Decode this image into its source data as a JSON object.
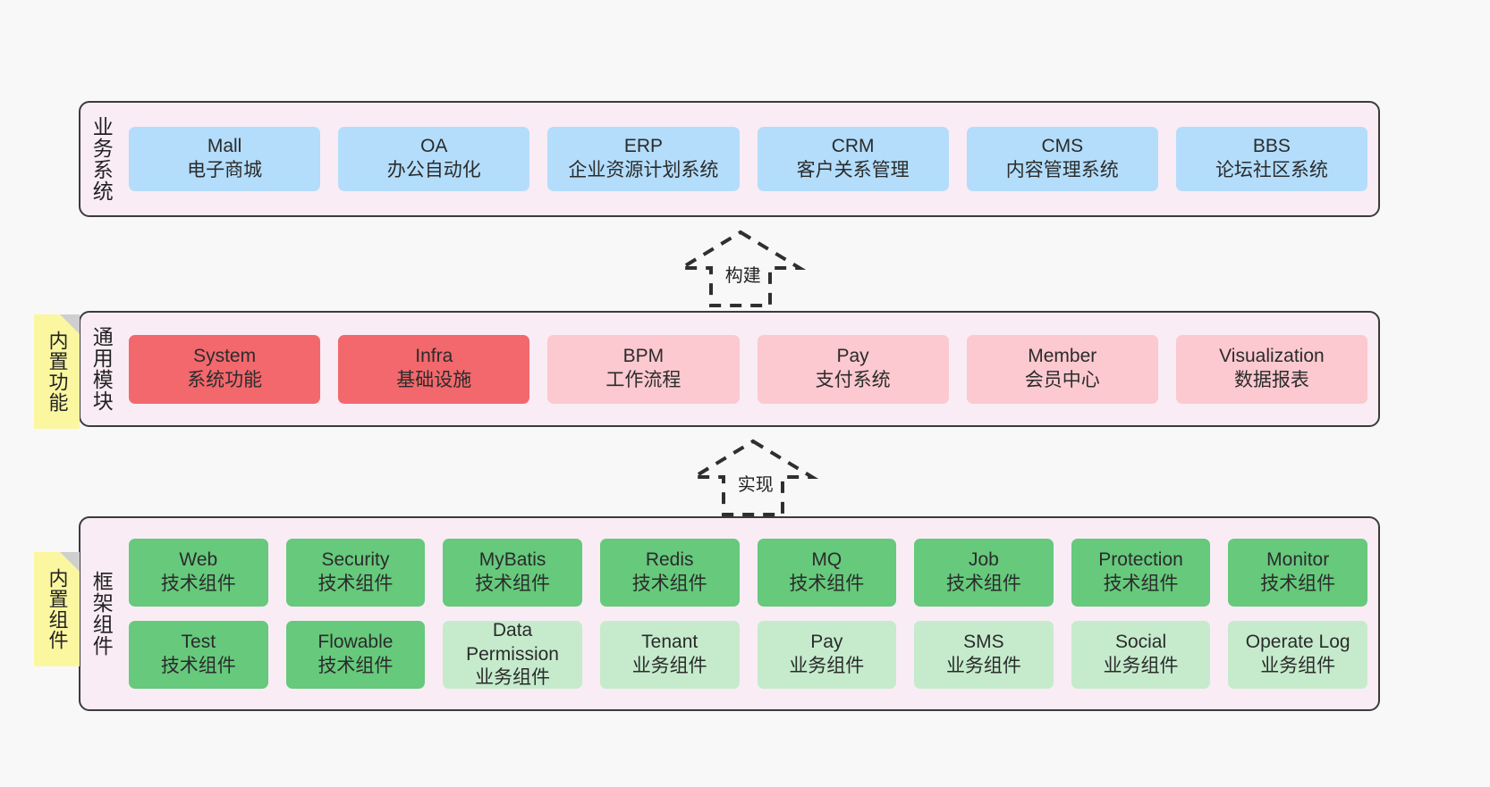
{
  "diagram": {
    "title": "",
    "colors": {
      "layer_background": "#f9ecf5",
      "layer_border": "#3b3b3b",
      "business_card": "#b3ddfb",
      "core_module_card": "#f2686c",
      "module_card": "#fbc9cf",
      "tech_component_card": "#66c97c",
      "business_component_card": "#c5ebcc",
      "note": "#fbf7a0"
    }
  },
  "notes": [
    {
      "id": "builtin-function",
      "text": "内置功能"
    },
    {
      "id": "builtin-component",
      "text": "内置组件"
    }
  ],
  "arrows": [
    {
      "id": "build",
      "label": "构建"
    },
    {
      "id": "implement",
      "label": "实现"
    }
  ],
  "layers": [
    {
      "id": "business",
      "title": "业务系统",
      "rows": [
        {
          "cards": [
            {
              "name": "Mall",
              "desc": "电子商城",
              "style": "c-blue"
            },
            {
              "name": "OA",
              "desc": "办公自动化",
              "style": "c-blue"
            },
            {
              "name": "ERP",
              "desc": "企业资源计划系统",
              "style": "c-blue"
            },
            {
              "name": "CRM",
              "desc": "客户关系管理",
              "style": "c-blue"
            },
            {
              "name": "CMS",
              "desc": "内容管理系统",
              "style": "c-blue"
            },
            {
              "name": "BBS",
              "desc": "论坛社区系统",
              "style": "c-blue"
            }
          ]
        }
      ]
    },
    {
      "id": "common",
      "title": "通用模块",
      "rows": [
        {
          "cards": [
            {
              "name": "System",
              "desc": "系统功能",
              "style": "c-red"
            },
            {
              "name": "Infra",
              "desc": "基础设施",
              "style": "c-red"
            },
            {
              "name": "BPM",
              "desc": "工作流程",
              "style": "c-pink"
            },
            {
              "name": "Pay",
              "desc": "支付系统",
              "style": "c-pink"
            },
            {
              "name": "Member",
              "desc": "会员中心",
              "style": "c-pink"
            },
            {
              "name": "Visualization",
              "desc": "数据报表",
              "style": "c-pink"
            }
          ]
        }
      ]
    },
    {
      "id": "framework",
      "title": "框架组件",
      "rows": [
        {
          "cards": [
            {
              "name": "Web",
              "desc": "技术组件",
              "style": "c-green"
            },
            {
              "name": "Security",
              "desc": "技术组件",
              "style": "c-green"
            },
            {
              "name": "MyBatis",
              "desc": "技术组件",
              "style": "c-green"
            },
            {
              "name": "Redis",
              "desc": "技术组件",
              "style": "c-green"
            },
            {
              "name": "MQ",
              "desc": "技术组件",
              "style": "c-green"
            },
            {
              "name": "Job",
              "desc": "技术组件",
              "style": "c-green"
            },
            {
              "name": "Protection",
              "desc": "技术组件",
              "style": "c-green"
            },
            {
              "name": "Monitor",
              "desc": "技术组件",
              "style": "c-green"
            }
          ]
        },
        {
          "cards": [
            {
              "name": "Test",
              "desc": "技术组件",
              "style": "c-green"
            },
            {
              "name": "Flowable",
              "desc": "技术组件",
              "style": "c-green"
            },
            {
              "name": "Data Permission",
              "desc": "业务组件",
              "style": "c-lightgreen"
            },
            {
              "name": "Tenant",
              "desc": "业务组件",
              "style": "c-lightgreen"
            },
            {
              "name": "Pay",
              "desc": "业务组件",
              "style": "c-lightgreen"
            },
            {
              "name": "SMS",
              "desc": "业务组件",
              "style": "c-lightgreen"
            },
            {
              "name": "Social",
              "desc": "业务组件",
              "style": "c-lightgreen"
            },
            {
              "name": "Operate Log",
              "desc": "业务组件",
              "style": "c-lightgreen"
            }
          ]
        }
      ]
    }
  ]
}
